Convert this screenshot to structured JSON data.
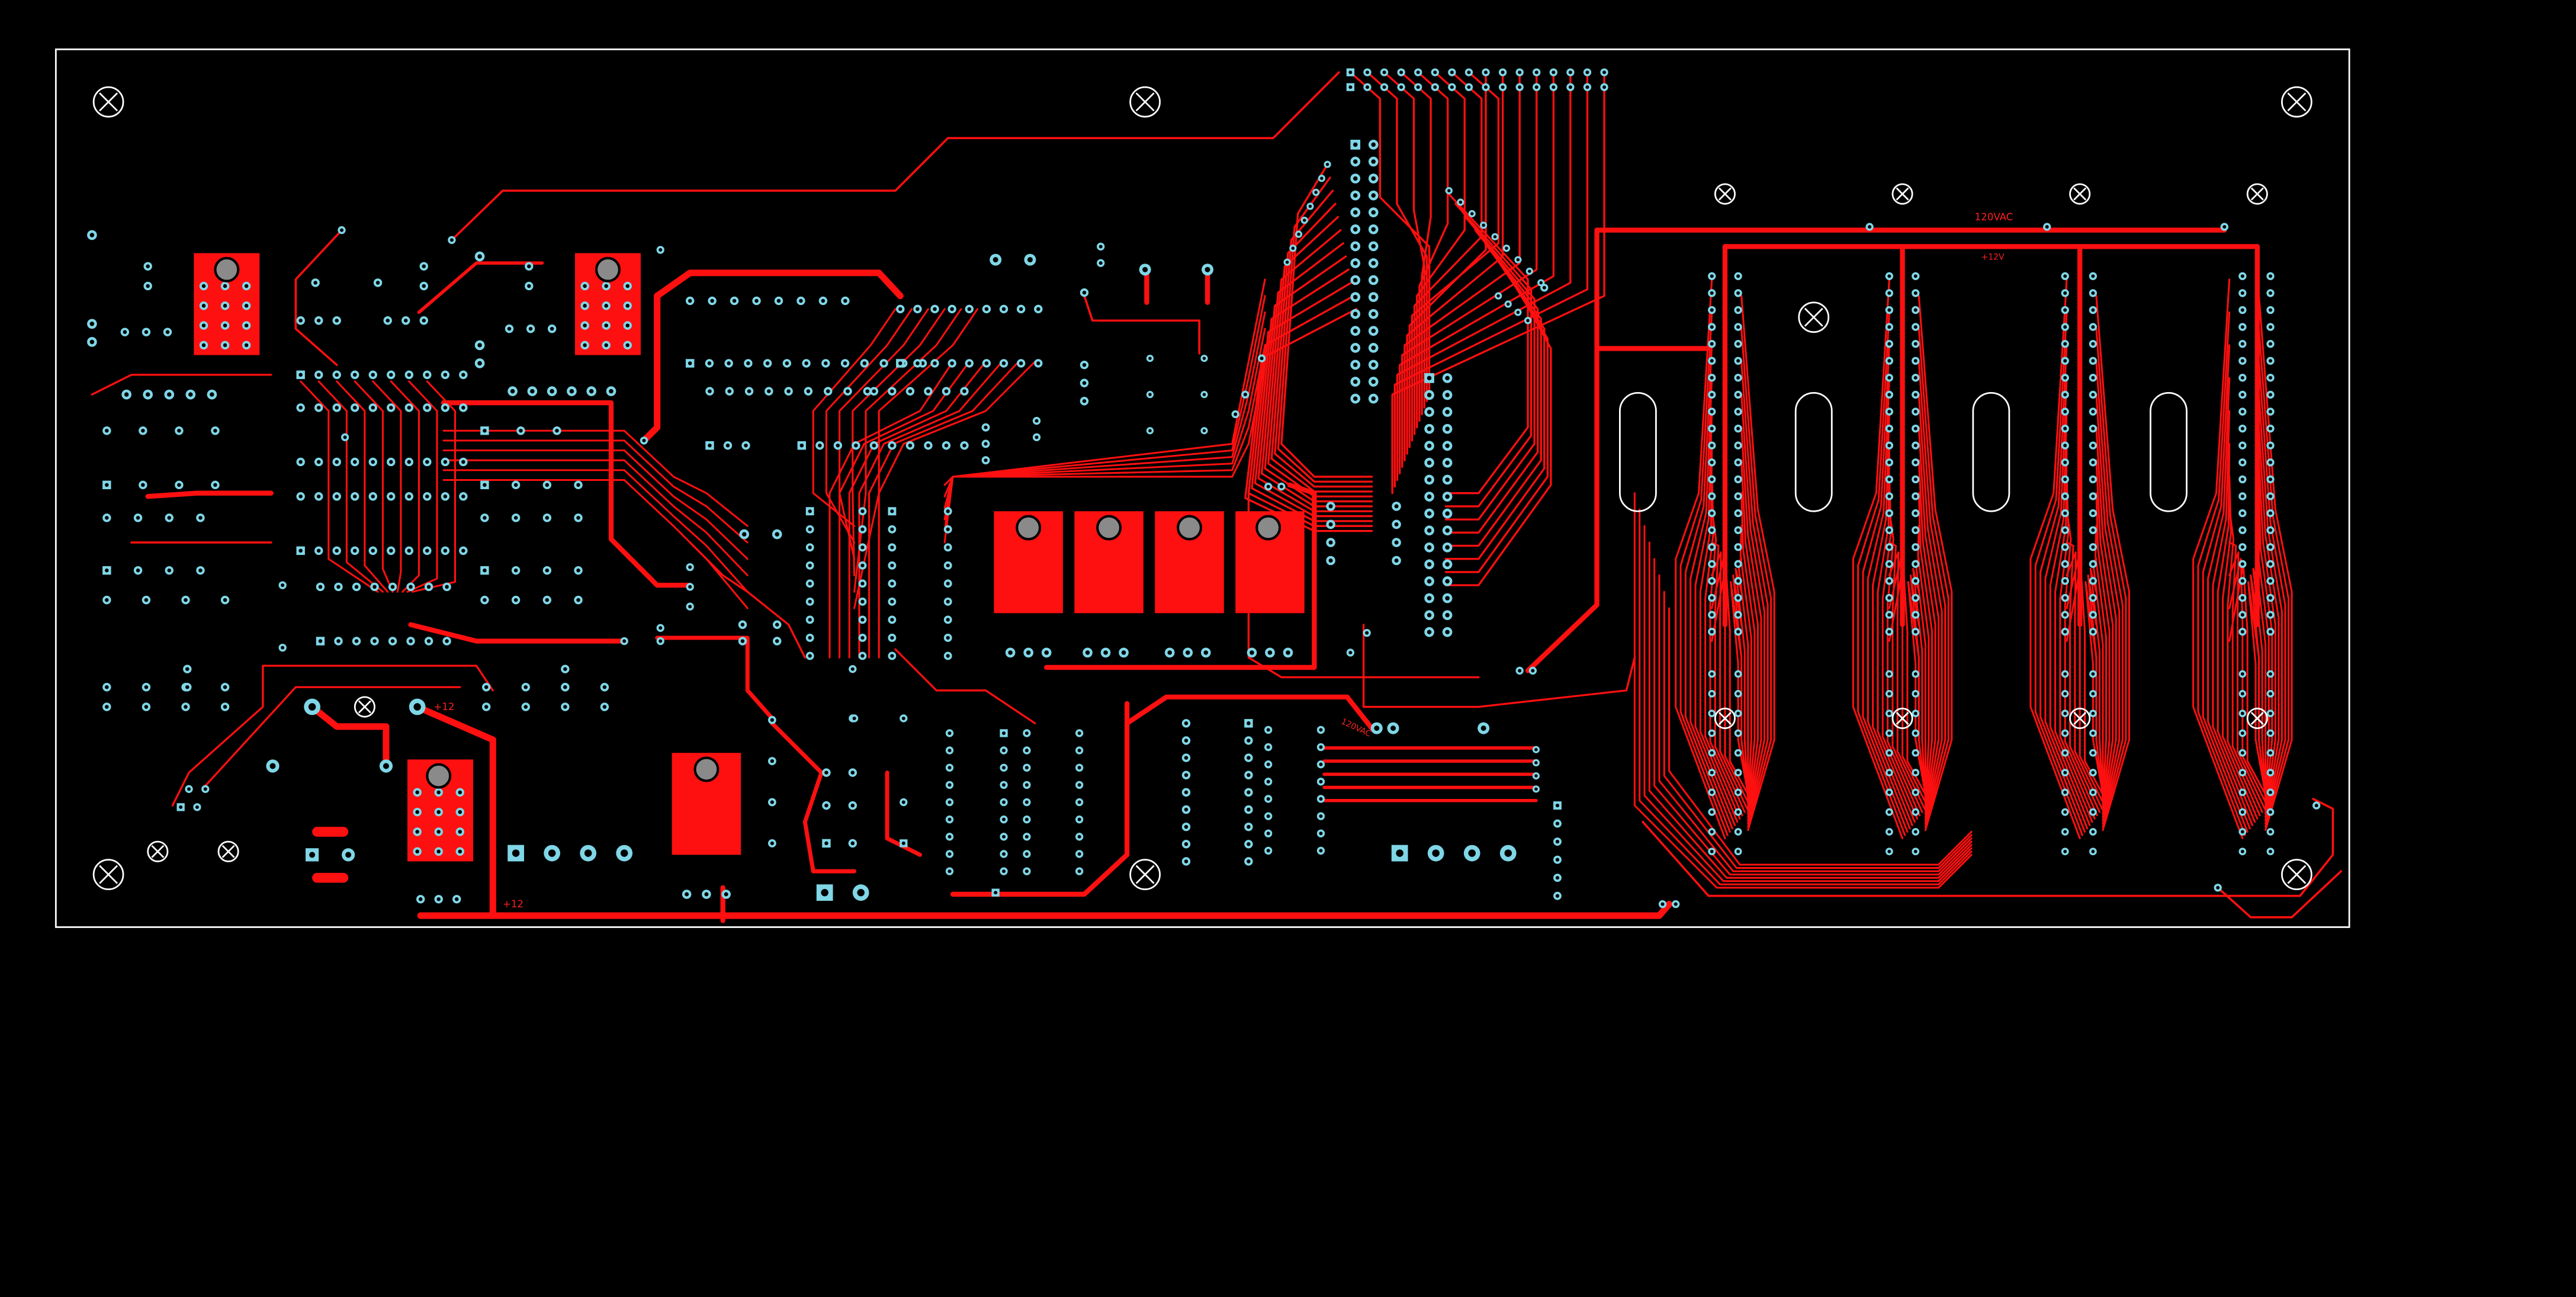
{
  "view": {
    "background": "#000000",
    "outline_color": "#ffffff",
    "copper_color": "#ff1010",
    "pad_color": "#7fd6e6",
    "hole_color": "#000000"
  },
  "board": {
    "labels": [
      {
        "id": "lbl-120vac",
        "text": "120VAC"
      },
      {
        "id": "lbl-12v-right",
        "text": "+12V"
      },
      {
        "id": "lbl-12v-left",
        "text": "+12"
      },
      {
        "id": "lbl-12v-bottom",
        "text": "+12"
      },
      {
        "id": "lbl-mid-a",
        "text": "120VAC"
      }
    ]
  }
}
